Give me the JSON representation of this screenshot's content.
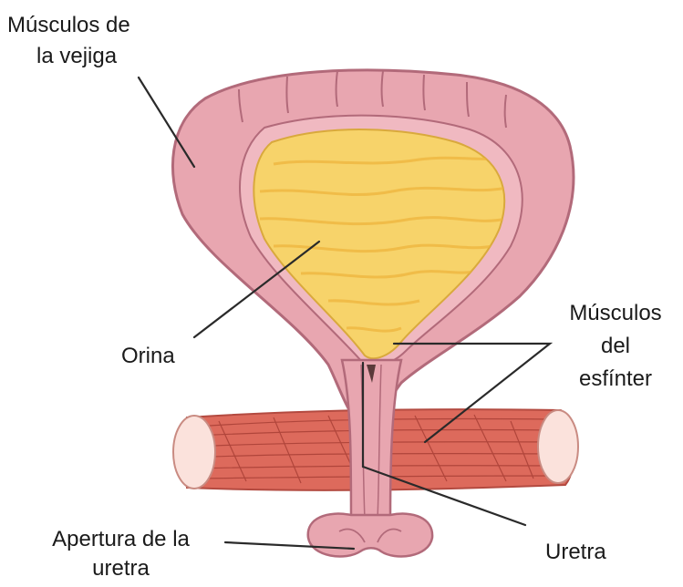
{
  "labels": {
    "bladder_muscles_line1": "Músculos de",
    "bladder_muscles_line2": "la vejiga",
    "urine": "Orina",
    "sphincter_line1": "Músculos",
    "sphincter_line2": "del",
    "sphincter_line3": "esfínter",
    "urethra": "Uretra",
    "opening_line1": "Apertura de la",
    "opening_line2": "uretra"
  },
  "colors": {
    "bladder_wall": "#e8a6b0",
    "wall_outline": "#b26a7a",
    "urine_fill": "#f7d36a",
    "urine_streak": "#eeb43e",
    "pelvic_muscle": "#dd6a5c",
    "muscle_end": "#fbe2dc",
    "leader_line": "#2a2a2a"
  }
}
